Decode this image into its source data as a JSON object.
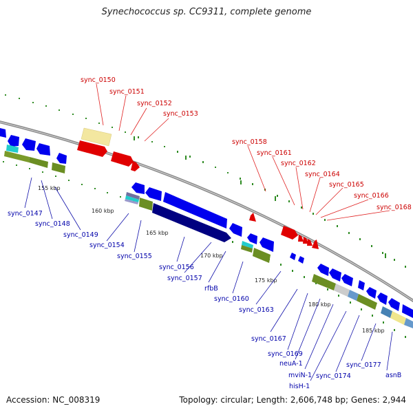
{
  "title": "Synechococcus sp. CC9311, complete genome",
  "footer": {
    "accession": "Accession: NC_008319",
    "topology": "Topology: circular; Length: 2,606,748 bp; Genes: 2,944"
  },
  "colors": {
    "backbone": "#8a8a8a",
    "forward_label": "#cc0000",
    "reverse_label": "#0000aa",
    "gc_dots": "#2e8b22"
  },
  "scale_ticks": [
    "155 kbp",
    "160 kbp",
    "165 kbp",
    "170 kbp",
    "175 kbp",
    "180 kbp",
    "185 kbp"
  ],
  "forward_labels": [
    "sync_0150",
    "sync_0151",
    "sync_0152",
    "sync_0153",
    "sync_0158",
    "sync_0161",
    "sync_0162",
    "sync_0164",
    "sync_0165",
    "sync_0166",
    "sync_0168"
  ],
  "reverse_labels": [
    "sync_0147",
    "sync_0148",
    "sync_0149",
    "sync_0154",
    "sync_0155",
    "sync_0156",
    "sync_0157",
    "rfbB",
    "sync_0160",
    "sync_0163",
    "sync_0167",
    "sync_0169",
    "neuA-1",
    "mviN-1",
    "hisH-1",
    "sync_0174",
    "sync_0177",
    "asnB"
  ]
}
